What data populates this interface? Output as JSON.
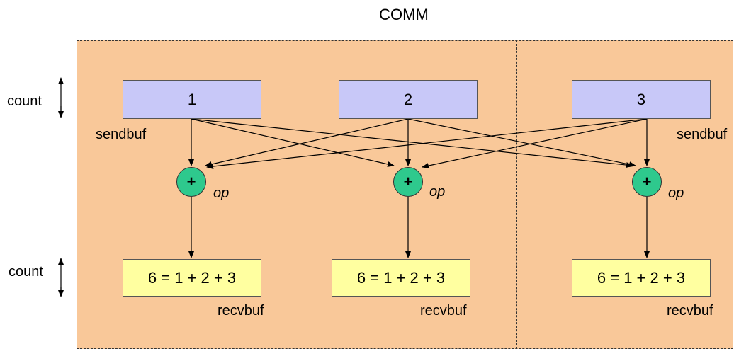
{
  "title": "COMM",
  "processes": [
    {
      "send": "1",
      "recv": "6 = 1 + 2 + 3",
      "op": "op",
      "op_symbol": "+"
    },
    {
      "send": "2",
      "recv": "6 = 1 + 2 + 3",
      "op": "op",
      "op_symbol": "+"
    },
    {
      "send": "3",
      "recv": "6 = 1 + 2 + 3",
      "op": "op",
      "op_symbol": "+"
    }
  ],
  "labels": {
    "sendbuf_left": "sendbuf",
    "sendbuf_right": "sendbuf",
    "recvbuf": "recvbuf",
    "count_top": "count",
    "count_bottom": "count"
  },
  "colors": {
    "comm_bg": "#f9c899",
    "sendbuf_bg": "#c8c8f8",
    "recvbuf_bg": "#ffffa0",
    "op_bg": "#2ec98d"
  }
}
